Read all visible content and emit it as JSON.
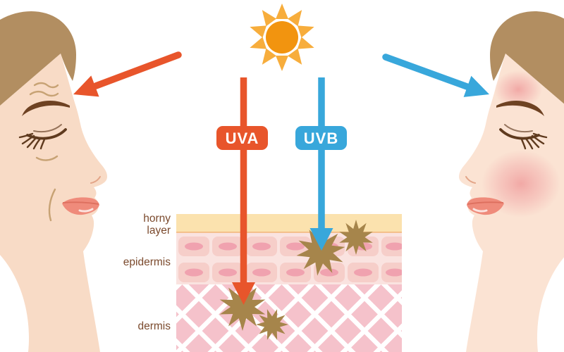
{
  "uva": {
    "label": "UVA",
    "color": "#e8552b"
  },
  "uvb": {
    "label": "UVB",
    "color": "#38a7db"
  },
  "skin_layers": {
    "horny": {
      "label_line1": "horny",
      "label_line2": "layer"
    },
    "epidermis": {
      "label": "epidermis"
    },
    "dermis": {
      "label": "dermis"
    }
  },
  "palette": {
    "uva_orange": "#e8552b",
    "uvb_blue": "#38a7db",
    "sun_core": "#f2940f",
    "sun_rays": "#f7ad3c",
    "hair": "#b28e61",
    "skin_left_face": "#f8dbc6",
    "skin_right_face": "#fbe3d3",
    "horny_layer": "#fbe2ae",
    "horny_layer_edge": "#f3b479",
    "epidermis_bg": "#fae3e0",
    "epidermis_cell": "#f6cec9",
    "cell_nucleus": "#f0a2af",
    "dermis": "#f5c2cb",
    "damage_burst": "#a6854b",
    "label_text": "#7b4a2d"
  }
}
